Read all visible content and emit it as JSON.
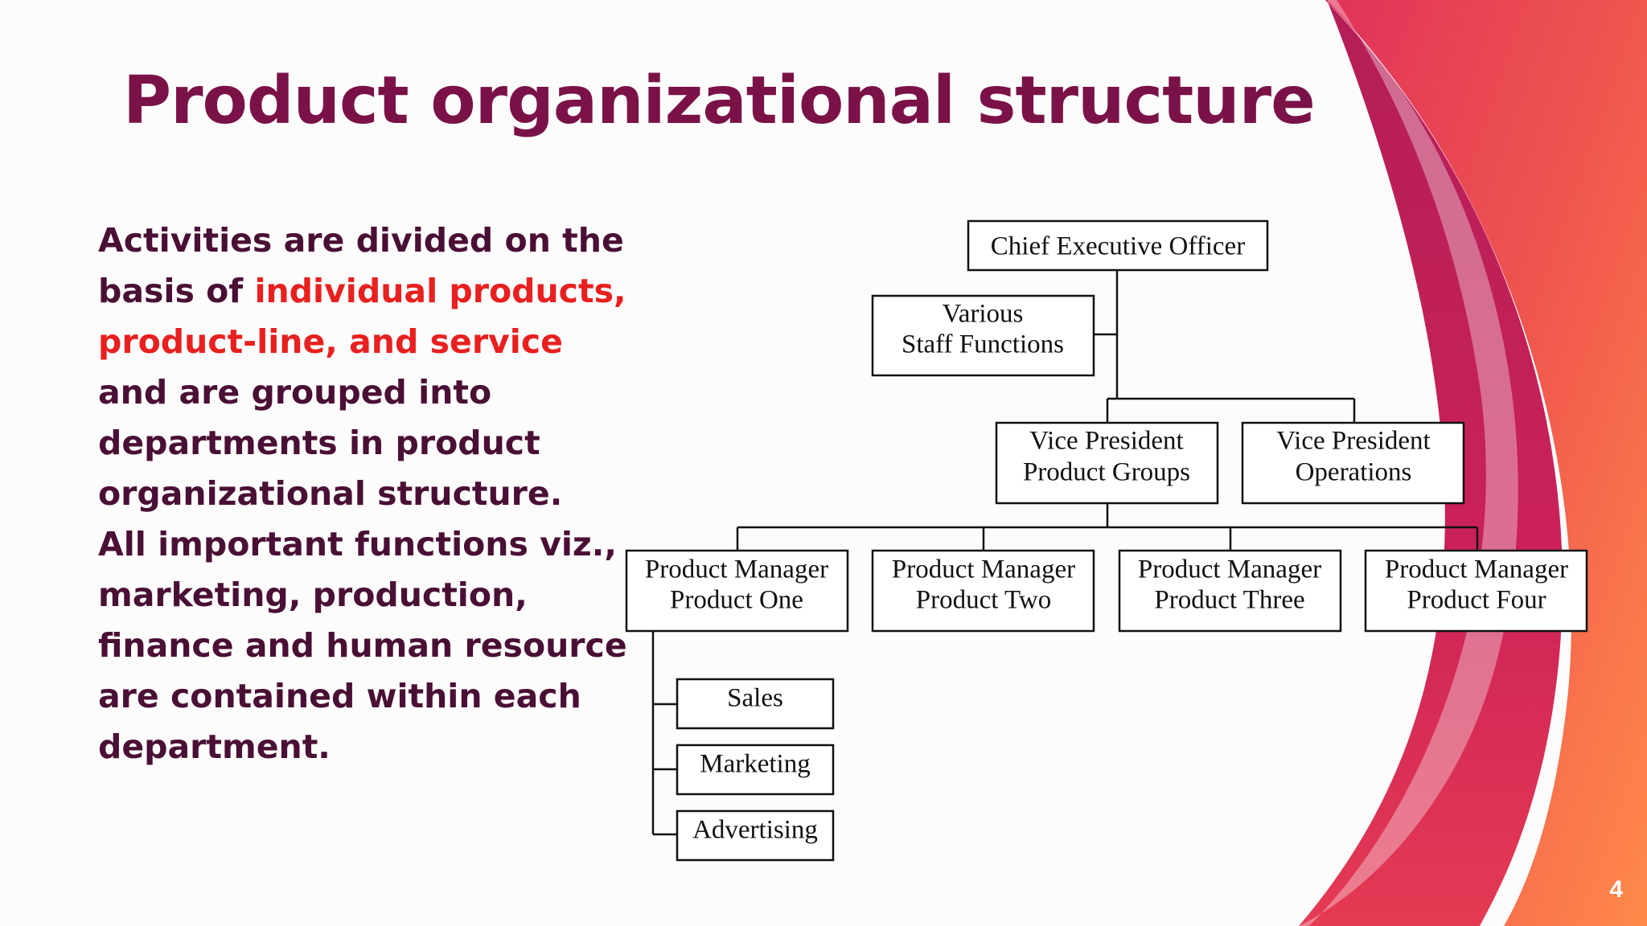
{
  "slide": {
    "title": "Product organizational structure",
    "page_number": "4",
    "body": {
      "p1_a": "Activities are divided on the basis of ",
      "p1_highlight": "individual products, product-line, and service",
      "p1_b": " and are grouped into departments in product organizational structure.",
      "p2": "All important functions viz., marketing, production, finance and human resource are contained within each department."
    }
  },
  "colors": {
    "title": "#7a1248",
    "body_text": "#4a0f35",
    "highlight": "#e8201f",
    "accent_magenta": "#c2185b",
    "accent_orange": "#ff7a4d"
  },
  "org_chart": {
    "ceo": [
      "Chief Executive Officer"
    ],
    "staff": [
      "Various",
      "Staff Functions"
    ],
    "vp_product": [
      "Vice President",
      "Product Groups"
    ],
    "vp_operations": [
      "Vice President",
      "Operations"
    ],
    "pm_one": [
      "Product Manager",
      "Product One"
    ],
    "pm_two": [
      "Product Manager",
      "Product Two"
    ],
    "pm_three": [
      "Product Manager",
      "Product Three"
    ],
    "pm_four": [
      "Product Manager",
      "Product Four"
    ],
    "sales": [
      "Sales"
    ],
    "marketing": [
      "Marketing"
    ],
    "advertising": [
      "Advertising"
    ]
  }
}
